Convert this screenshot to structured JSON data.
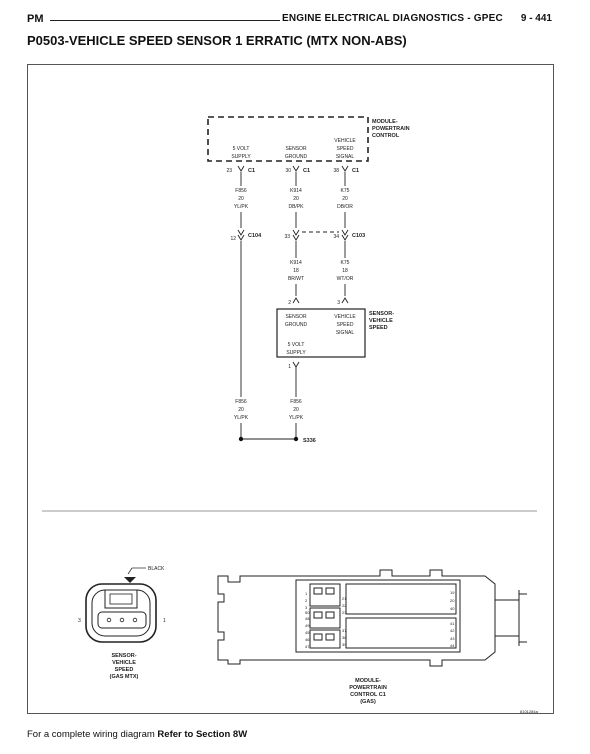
{
  "header": {
    "left": "PM",
    "right": "ENGINE ELECTRICAL DIAGNOSTICS - GPEC",
    "page": "9 - 441"
  },
  "title": "P0503-VEHICLE SPEED SENSOR 1 ERRATIC (MTX NON-ABS)",
  "pcm": {
    "label": [
      "MODULE-",
      "POWERTRAIN",
      "CONTROL"
    ],
    "pins": [
      {
        "name": [
          "5 VOLT",
          "SUPPLY"
        ],
        "pin": "23",
        "conn": "C1"
      },
      {
        "name": [
          "SENSOR",
          "GROUND"
        ],
        "pin": "30",
        "conn": "C1"
      },
      {
        "name": [
          "VEHICLE",
          "SPEED",
          "SIGNAL"
        ],
        "pin": "38",
        "conn": "C1"
      }
    ]
  },
  "wires_upper": [
    [
      "F856",
      "20",
      "YL/PK"
    ],
    [
      "K914",
      "20",
      "DB/PK"
    ],
    [
      "K75",
      "20",
      "DB/OR"
    ]
  ],
  "c104": {
    "pin": "12",
    "name": "C104"
  },
  "c103": {
    "pin_left": "33",
    "pin_right": "34",
    "name": "C103"
  },
  "wires_mid": [
    [
      "K914",
      "18",
      "BR/WT"
    ],
    [
      "K75",
      "18",
      "WT/OR"
    ]
  ],
  "sensor": {
    "label": [
      "SENSOR-",
      "VEHICLE",
      "SPEED"
    ],
    "pin_left": "2",
    "pin_right": "3",
    "pin_bottom": "1",
    "ground": [
      "SENSOR",
      "GROUND"
    ],
    "signal": [
      "VEHICLE",
      "SPEED",
      "SIGNAL"
    ],
    "supply": [
      "5 VOLT",
      "SUPPLY"
    ]
  },
  "wires_lower": [
    [
      "F856",
      "20",
      "YL/PK"
    ],
    [
      "F856",
      "20",
      "YL/PK"
    ]
  ],
  "splice": "S336",
  "connector_view": {
    "color_label": "BLACK",
    "pin_left": "3",
    "pin_right": "1",
    "caption": [
      "SENSOR-",
      "VEHICLE",
      "SPEED",
      "(GAS MTX)"
    ]
  },
  "pcm_connector": {
    "pin_numbers": [
      "1",
      "2",
      "3",
      "19",
      "20",
      "21",
      "22",
      "23",
      "37",
      "38",
      "39",
      "40",
      "41",
      "42",
      "43",
      "44",
      "45",
      "46",
      "47",
      "48",
      "49",
      "50"
    ],
    "caption": [
      "MODULE-",
      "POWERTRAIN",
      "CONTROL C1",
      "(GAS)"
    ]
  },
  "figure_id": "8101284a",
  "footer": {
    "prefix": "For a complete wiring diagram ",
    "bold": "Refer to Section 8W"
  }
}
